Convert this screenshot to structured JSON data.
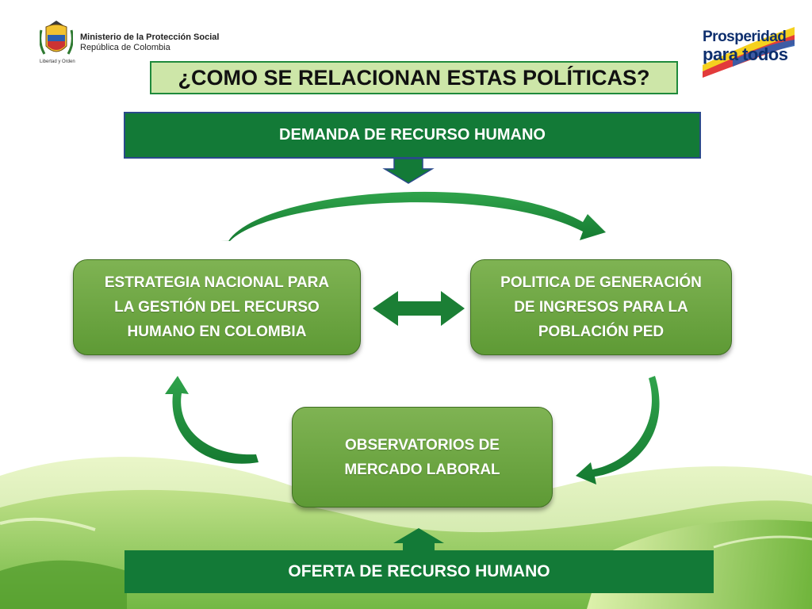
{
  "header": {
    "ministry_line1": "Ministerio de la Protección Social",
    "ministry_line2": "República de Colombia",
    "logo_caption": "Libertad y Orden",
    "brand_line1": "Prosperidad",
    "brand_line2": "para todos"
  },
  "title": "¿COMO SE RELACIONAN ESTAS POLÍTICAS?",
  "diagram": {
    "top_band": "DEMANDA  DE RECURSO HUMANO",
    "left_node": [
      "ESTRATEGIA NACIONAL PARA",
      "LA GESTIÓN DEL RECURSO",
      "HUMANO EN COLOMBIA"
    ],
    "right_node": [
      "POLITICA DE GENERACIÓN",
      "DE INGRESOS PARA LA",
      "POBLACIÓN PED"
    ],
    "center_node": [
      "OBSERVATORIOS DE",
      "MERCADO LABORAL"
    ],
    "bottom_band": "OFERTA DE RECURSO HUMANO"
  },
  "colors": {
    "band_green": "#137a37",
    "node_green": "#6ba443",
    "arrow_green": "#1c8a3a",
    "title_fill": "#cde6a8"
  }
}
